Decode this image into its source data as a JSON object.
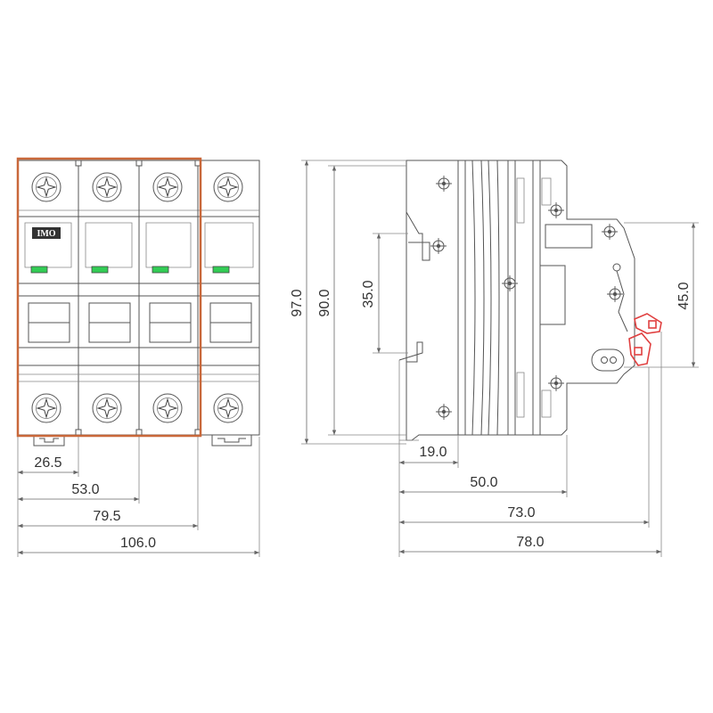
{
  "brand": "IMO",
  "colors": {
    "line": "#555555",
    "dimension": "#666666",
    "highlight": "#c9683a",
    "indicator": "#33cc55",
    "accent": "#e04040",
    "label": "#333333"
  },
  "front_view": {
    "dimensions": {
      "d1": "26.5",
      "d2": "53.0",
      "d3": "79.5",
      "d4": "106.0"
    },
    "pole_count": 4,
    "highlighted_poles": 3
  },
  "side_view": {
    "dimensions": {
      "h1": "97.0",
      "h2": "90.0",
      "h3": "35.0",
      "h4": "45.0",
      "w1": "19.0",
      "w2": "50.0",
      "w3": "73.0",
      "w4": "78.0"
    }
  }
}
